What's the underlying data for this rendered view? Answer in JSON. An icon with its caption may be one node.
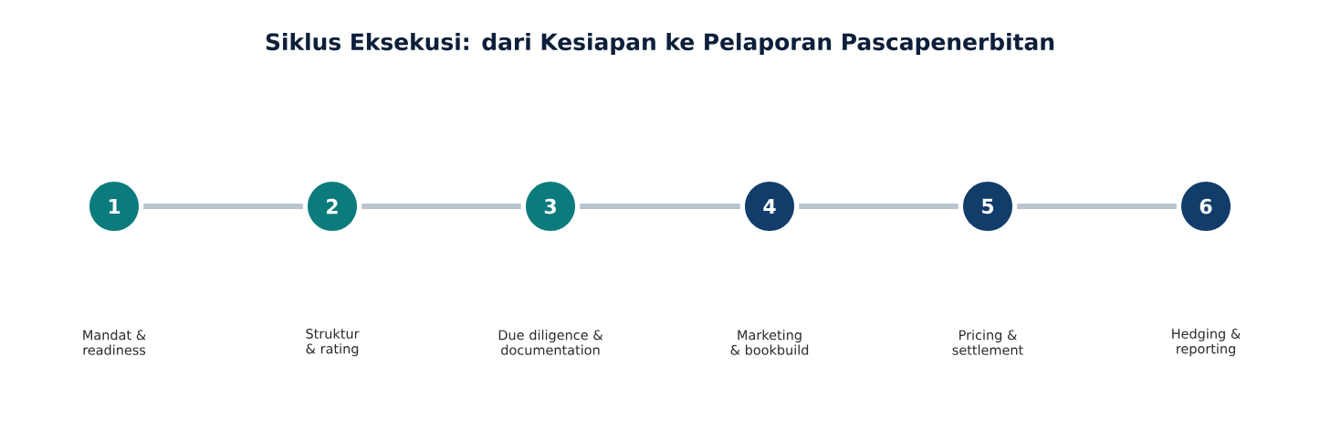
{
  "diagram": {
    "title": "Siklus Eksekusi: dari Kesiapan ke Pelaporan Pascapenerbitan",
    "nodes": [
      {
        "text": [
          "1"
        ]
      },
      {
        "text": [
          "2"
        ]
      },
      {
        "text": [
          "3"
        ]
      },
      {
        "text": [
          "4"
        ]
      },
      {
        "text": [
          "5"
        ]
      },
      {
        "text": [
          "6"
        ]
      }
    ],
    "edges": [
      {
        "from": 0,
        "to": 1,
        "arrow": "none"
      },
      {
        "from": 1,
        "to": 2,
        "arrow": "none"
      },
      {
        "from": 2,
        "to": 3,
        "arrow": "none"
      },
      {
        "from": 3,
        "to": 4,
        "arrow": "none"
      },
      {
        "from": 4,
        "to": 5,
        "arrow": "none"
      }
    ],
    "labels": [
      "Mandat & readiness",
      "Struktur & rating",
      "Due diligence & documentation",
      "Marketing & bookbuild",
      "Pricing & settlement",
      "Hedging & reporting"
    ]
  }
}
